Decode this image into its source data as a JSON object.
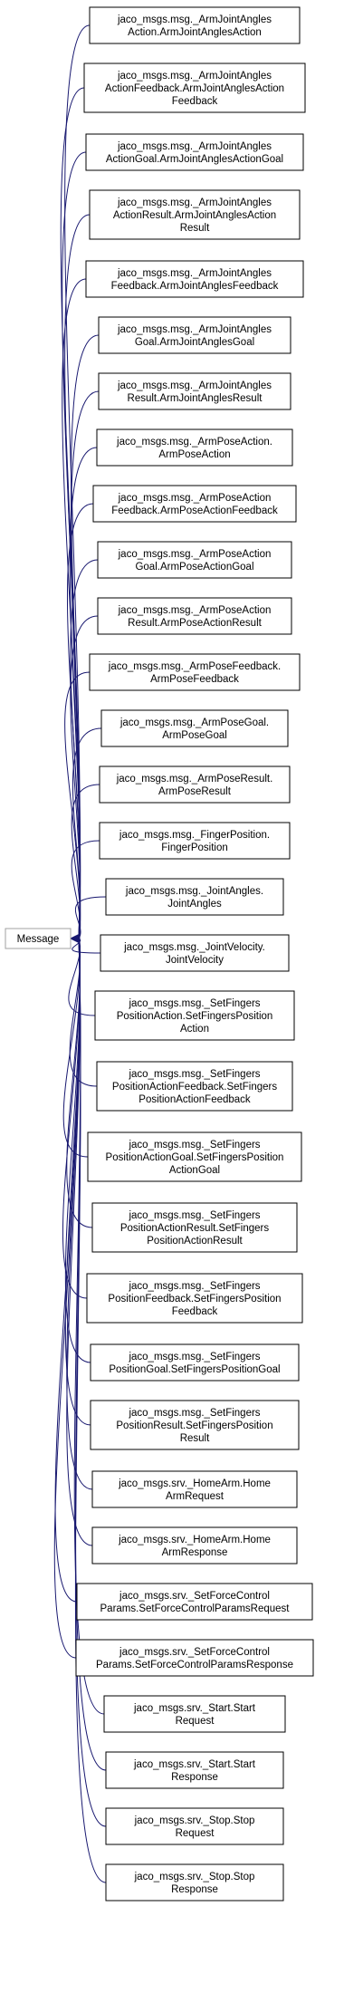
{
  "root": {
    "label": "Message"
  },
  "nodes": [
    {
      "lines": [
        "jaco_msgs.msg._ArmJointAngles",
        "Action.ArmJointAnglesAction"
      ]
    },
    {
      "lines": [
        "jaco_msgs.msg._ArmJointAngles",
        "ActionFeedback.ArmJointAnglesAction",
        "Feedback"
      ]
    },
    {
      "lines": [
        "jaco_msgs.msg._ArmJointAngles",
        "ActionGoal.ArmJointAnglesActionGoal"
      ]
    },
    {
      "lines": [
        "jaco_msgs.msg._ArmJointAngles",
        "ActionResult.ArmJointAnglesAction",
        "Result"
      ]
    },
    {
      "lines": [
        "jaco_msgs.msg._ArmJointAngles",
        "Feedback.ArmJointAnglesFeedback"
      ]
    },
    {
      "lines": [
        "jaco_msgs.msg._ArmJointAngles",
        "Goal.ArmJointAnglesGoal"
      ]
    },
    {
      "lines": [
        "jaco_msgs.msg._ArmJointAngles",
        "Result.ArmJointAnglesResult"
      ]
    },
    {
      "lines": [
        "jaco_msgs.msg._ArmPoseAction.",
        "ArmPoseAction"
      ]
    },
    {
      "lines": [
        "jaco_msgs.msg._ArmPoseAction",
        "Feedback.ArmPoseActionFeedback"
      ]
    },
    {
      "lines": [
        "jaco_msgs.msg._ArmPoseAction",
        "Goal.ArmPoseActionGoal"
      ]
    },
    {
      "lines": [
        "jaco_msgs.msg._ArmPoseAction",
        "Result.ArmPoseActionResult"
      ]
    },
    {
      "lines": [
        "jaco_msgs.msg._ArmPoseFeedback.",
        "ArmPoseFeedback"
      ]
    },
    {
      "lines": [
        "jaco_msgs.msg._ArmPoseGoal.",
        "ArmPoseGoal"
      ]
    },
    {
      "lines": [
        "jaco_msgs.msg._ArmPoseResult.",
        "ArmPoseResult"
      ]
    },
    {
      "lines": [
        "jaco_msgs.msg._FingerPosition.",
        "FingerPosition"
      ]
    },
    {
      "lines": [
        "jaco_msgs.msg._JointAngles.",
        "JointAngles"
      ]
    },
    {
      "lines": [
        "jaco_msgs.msg._JointVelocity.",
        "JointVelocity"
      ]
    },
    {
      "lines": [
        "jaco_msgs.msg._SetFingers",
        "PositionAction.SetFingersPosition",
        "Action"
      ]
    },
    {
      "lines": [
        "jaco_msgs.msg._SetFingers",
        "PositionActionFeedback.SetFingers",
        "PositionActionFeedback"
      ]
    },
    {
      "lines": [
        "jaco_msgs.msg._SetFingers",
        "PositionActionGoal.SetFingersPosition",
        "ActionGoal"
      ]
    },
    {
      "lines": [
        "jaco_msgs.msg._SetFingers",
        "PositionActionResult.SetFingers",
        "PositionActionResult"
      ]
    },
    {
      "lines": [
        "jaco_msgs.msg._SetFingers",
        "PositionFeedback.SetFingersPosition",
        "Feedback"
      ]
    },
    {
      "lines": [
        "jaco_msgs.msg._SetFingers",
        "PositionGoal.SetFingersPositionGoal"
      ]
    },
    {
      "lines": [
        "jaco_msgs.msg._SetFingers",
        "PositionResult.SetFingersPosition",
        "Result"
      ]
    },
    {
      "lines": [
        "jaco_msgs.srv._HomeArm.Home",
        "ArmRequest"
      ]
    },
    {
      "lines": [
        "jaco_msgs.srv._HomeArm.Home",
        "ArmResponse"
      ]
    },
    {
      "lines": [
        "jaco_msgs.srv._SetForceControl",
        "Params.SetForceControlParamsRequest"
      ]
    },
    {
      "lines": [
        "jaco_msgs.srv._SetForceControl",
        "Params.SetForceControlParamsResponse"
      ]
    },
    {
      "lines": [
        "jaco_msgs.srv._Start.Start",
        "Request"
      ]
    },
    {
      "lines": [
        "jaco_msgs.srv._Start.Start",
        "Response"
      ]
    },
    {
      "lines": [
        "jaco_msgs.srv._Stop.Stop",
        "Request"
      ]
    },
    {
      "lines": [
        "jaco_msgs.srv._Stop.Stop",
        "Response"
      ]
    }
  ],
  "colors": {
    "edge": "#191970",
    "node_border": "#000000",
    "root_border": "#a0a0a0",
    "background": "#ffffff"
  }
}
